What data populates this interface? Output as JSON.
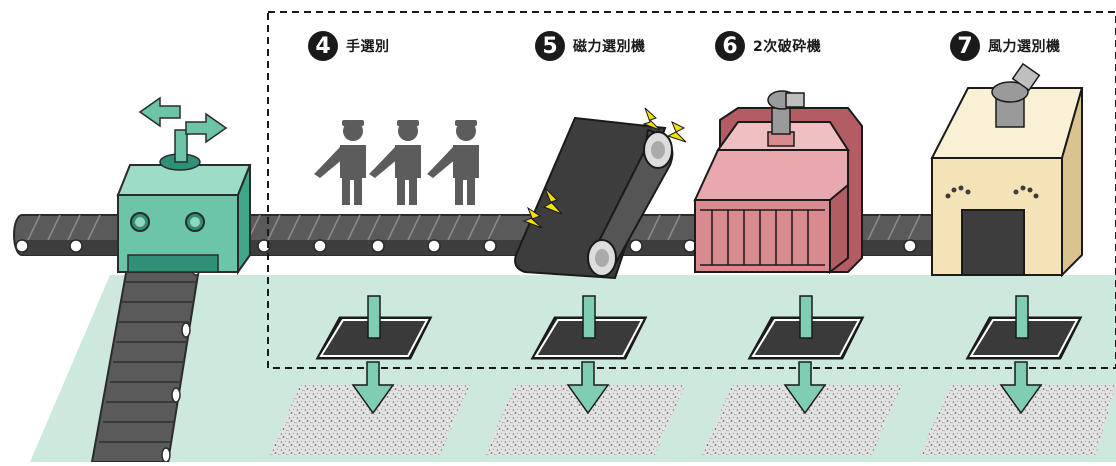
{
  "steps": [
    {
      "number": "4",
      "label": "手選別"
    },
    {
      "number": "5",
      "label": "磁力選別機"
    },
    {
      "number": "6",
      "label": "2次破砕機"
    },
    {
      "number": "7",
      "label": "風力選別機"
    }
  ],
  "colors": {
    "floor": "#cde8dc",
    "belt": "#5a5a5a",
    "belt_dark": "#3d3d3d",
    "teal_machine": "#6cc5a8",
    "teal_dark": "#2f8f77",
    "crusher": "#d98a8f",
    "crusher_dark": "#b25c63",
    "blower": "#f5e3b8",
    "worker": "#5c5c5c",
    "arrow": "#7fcdb2",
    "lightning": "#f5e100"
  }
}
